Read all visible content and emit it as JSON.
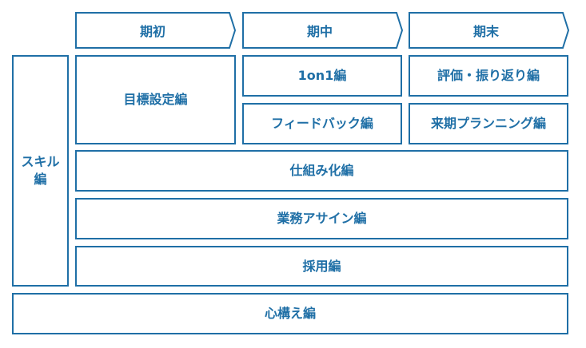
{
  "phases": [
    {
      "label": "期初"
    },
    {
      "label": "期中"
    },
    {
      "label": "期末"
    }
  ],
  "sidebar": {
    "line1": "スキル",
    "line2": "編"
  },
  "grid": {
    "goal_setting": "目標設定編",
    "one_on_one": "1on1編",
    "evaluation": "評価・振り返り編",
    "feedback": "フィードバック編",
    "next_planning": "来期プランニング編",
    "mechanism": "仕組み化編",
    "assignment": "業務アサイン編",
    "hiring": "採用編"
  },
  "footer": {
    "mindset": "心構え編"
  },
  "colors": {
    "accent": "#1f6fa6",
    "background": "#ffffff"
  }
}
